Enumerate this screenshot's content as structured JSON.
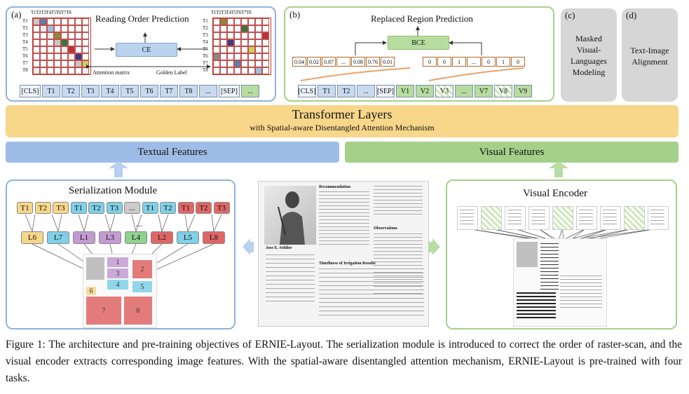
{
  "panel_a": {
    "tag": "(a)",
    "title": "Reading Order Prediction",
    "ce_label": "CE",
    "attention_label": "Attention matrix",
    "golden_label": "Golden Label",
    "col_header": "T1T2T3T4T5T6T7T8",
    "row_labels": [
      "T1",
      "T2",
      "T3",
      "T4",
      "T5",
      "T6",
      "T7",
      "T8"
    ],
    "tokens": [
      "[CLS]",
      "T1",
      "T2",
      "T3",
      "T4",
      "T5",
      "T6",
      "T7",
      "T8",
      "...",
      "[SEP]",
      "..."
    ]
  },
  "panel_b": {
    "tag": "(b)",
    "title": "Replaced Region Prediction",
    "bce_label": "BCE",
    "probs": [
      "0.04",
      "0.02",
      "0.87",
      "...",
      "0.08",
      "0.76",
      "0.01"
    ],
    "labels": [
      "0",
      "0",
      "1",
      "...",
      "0",
      "1",
      "0"
    ],
    "tokens_text": [
      "[CLS]",
      "T1",
      "T2",
      "...",
      "[SEP]"
    ],
    "tokens_visual": [
      "V1",
      "V2",
      "V3",
      "...",
      "V7",
      "V8",
      "V9"
    ]
  },
  "panel_c": {
    "tag": "(c)",
    "text": "Masked Visual-Languages Modeling"
  },
  "panel_d": {
    "tag": "(d)",
    "text": "Text-Image Alignment"
  },
  "transformer": {
    "title": "Transformer Layers",
    "subtitle": "with Spatial-aware Disentangled Attention Mechanism"
  },
  "features": {
    "textual": "Textual Features",
    "visual": "Visual Features"
  },
  "serialization": {
    "title": "Serialization Module",
    "top_tokens": [
      "T1",
      "T2",
      "T3",
      "T1",
      "T2",
      "T3",
      "...",
      "T1",
      "T2",
      "T1",
      "T2",
      "T3"
    ],
    "layout_nodes": [
      "L6",
      "L7",
      "L1",
      "L3",
      "L4",
      "L2",
      "L5",
      "L8"
    ],
    "ellipsis": "...",
    "regions": [
      "1",
      "2",
      "3",
      "4",
      "5",
      "6",
      "7",
      "8"
    ]
  },
  "visual_encoder": {
    "title": "Visual Encoder"
  },
  "document": {
    "heading1": "Recommendation",
    "heading2": "Observations",
    "caption": "Jose E. Soldier",
    "table_title": "Timeliness of Irrigation Results"
  },
  "caption": "Figure 1: The architecture and pre-training objectives of ERNIE-Layout. The serialization module is introduced to correct the order of raster-scan, and the visual encoder extracts corresponding image features. With the spatial-aware disentangled attention mechanism, ERNIE-Layout is pre-trained with four tasks.",
  "colors": {
    "blue": "#7ea6d8",
    "green": "#8fc46a",
    "orange": "#f8d68a",
    "gray": "#d5d5d5"
  }
}
